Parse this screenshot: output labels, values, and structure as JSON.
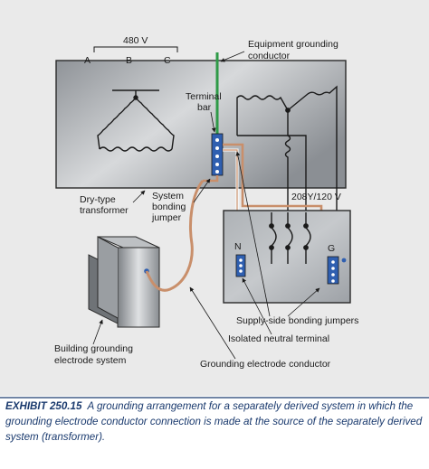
{
  "labels": {
    "voltage_primary": "480 V",
    "phase_a": "A",
    "phase_b": "B",
    "phase_c": "C",
    "egc": [
      "Equipment grounding",
      "conductor"
    ],
    "terminal_bar": [
      "Terminal",
      "bar"
    ],
    "voltage_secondary": "208Y/120 V",
    "transformer": [
      "Dry-type",
      "transformer"
    ],
    "system_bonding": [
      "System",
      "bonding",
      "jumper"
    ],
    "neutral": "N",
    "ground": "G",
    "supply_side": "Supply-side bonding jumpers",
    "isolated_neutral": "Isolated neutral terminal",
    "building_electrode": [
      "Building grounding",
      "electrode system"
    ],
    "gec": "Grounding electrode conductor"
  },
  "caption": {
    "exhibit": "EXHIBIT 250.15",
    "text": "A grounding arrangement for a separately derived system in which the grounding electrode conductor connection is made at the source of the separately derived system (transformer)."
  },
  "colors": {
    "background": "#eaeaea",
    "enclosure": "#a0a4a8",
    "caption_rule": "#1a3a6e",
    "egc_wire": "#2e9a47",
    "copper_wire": "#c98f6b",
    "terminal_blue": "#2f5fb0"
  }
}
